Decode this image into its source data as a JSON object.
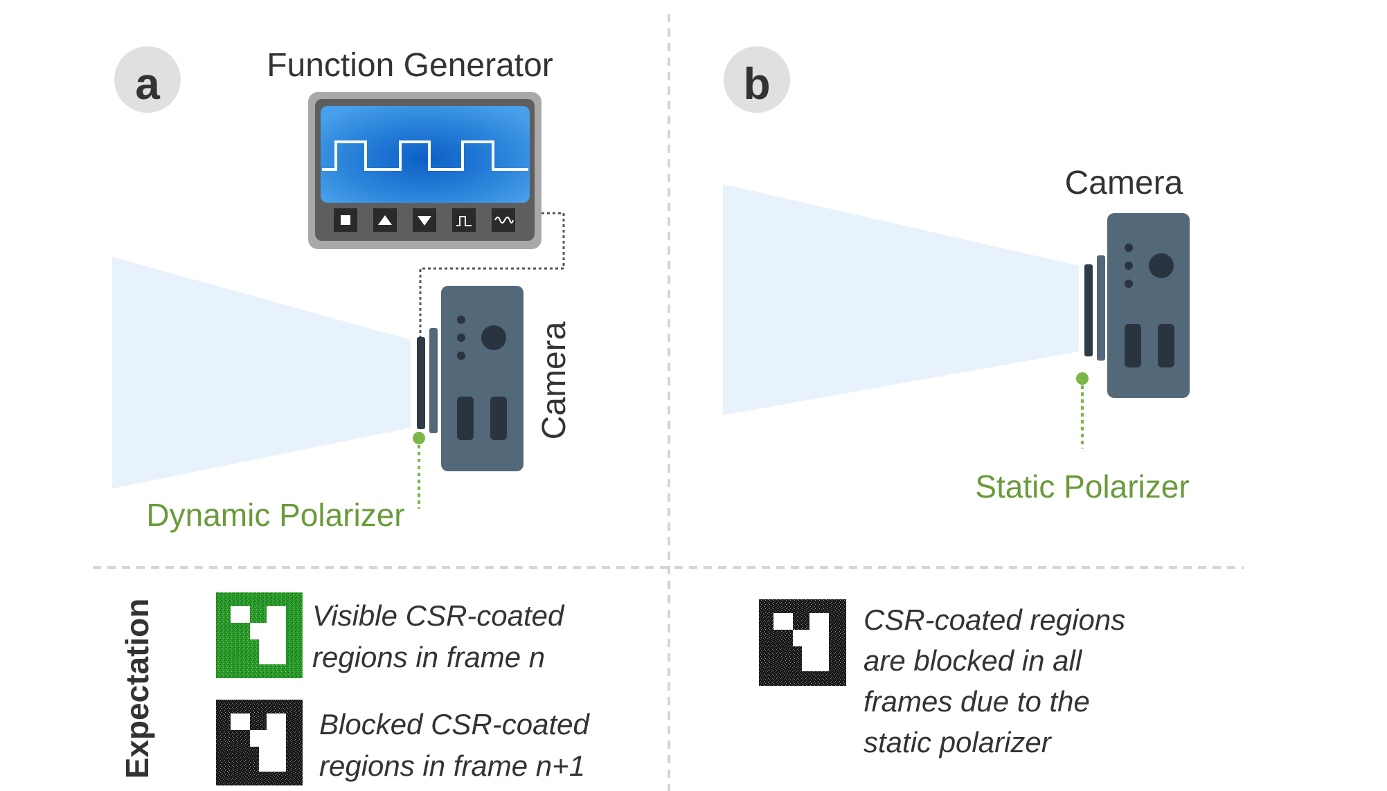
{
  "panel_a": {
    "label": "a",
    "function_generator_label": "Function Generator",
    "camera_label": "Camera",
    "polarizer_label": "Dynamic Polarizer",
    "generator_buttons": [
      "stop-square-icon",
      "up-triangle-icon",
      "down-triangle-icon",
      "square-wave-icon",
      "sine-wave-icon"
    ]
  },
  "panel_b": {
    "label": "b",
    "camera_label": "Camera",
    "polarizer_label": "Static Polarizer"
  },
  "expectation": {
    "heading": "Expectation",
    "visible": {
      "line1": "Visible CSR-coated",
      "line2": "regions in frame n"
    },
    "blocked": {
      "line1": "Blocked CSR-coated",
      "line2": "regions in frame n+1"
    },
    "static": {
      "line1": "CSR-coated regions",
      "line2": "are blocked in all",
      "line3": "frames due to the",
      "line4": "static polarizer"
    }
  },
  "colors": {
    "camera_body": "#536878",
    "polarizer_green": "#7ab648",
    "screen_blue": "#2f86d8",
    "beam": "#e8f2fc",
    "marker_green": "#2f9a2f"
  }
}
